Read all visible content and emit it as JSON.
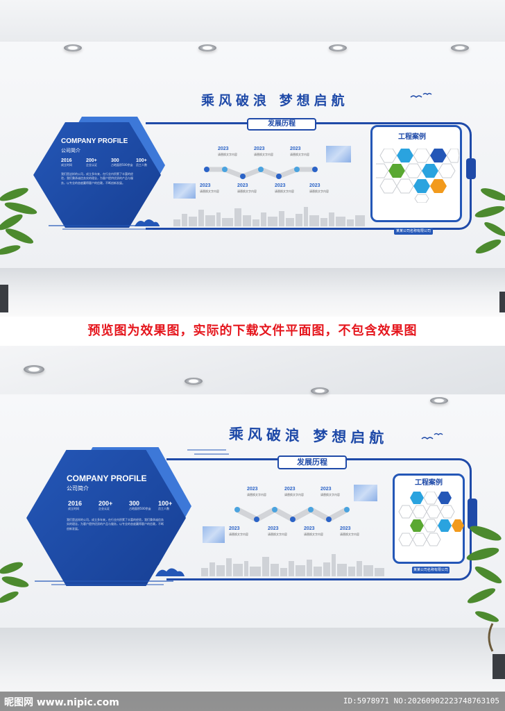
{
  "board": {
    "slogan": "乘风破浪  梦想启航",
    "profile": {
      "title": "COMPANY PROFILE",
      "subtitle": "公司简介",
      "stats": [
        {
          "num": "2016",
          "label": "成立时间"
        },
        {
          "num": "200+",
          "label": "企业认证"
        },
        {
          "num": "300",
          "label": "占地面积500余亩"
        },
        {
          "num": "100+",
          "label": "员工人数"
        }
      ],
      "paragraph": "我们是这样的公司，成立多年来，在行业内积累了丰富的经验，我们秉承诚信务实的理念，为客户提供优质的产品与服务，以专业的态度赢得客户的信赖，不断创新发展。"
    },
    "timeline": {
      "title": "发展历程",
      "entries": [
        {
          "year": "2023",
          "text": "请替换文字内容"
        },
        {
          "year": "2023",
          "text": "请替换文字内容"
        },
        {
          "year": "2023",
          "text": "请替换文字内容"
        },
        {
          "year": "2023",
          "text": "请替换文字内容"
        },
        {
          "year": "2023",
          "text": "请替换文字内容"
        },
        {
          "year": "2023",
          "text": "请替换文字内容"
        },
        {
          "year": "2023",
          "text": "请替换文字内容"
        }
      ]
    },
    "cases": {
      "title": "工程案例",
      "caption": "某某公司名称有限公司"
    }
  },
  "notice": "预览图为效果图，实际的下载文件平面图，不包含效果图",
  "watermark": {
    "left": "昵图网 www.nipic.com",
    "right": "ID:5978971 NO:20260902223748763105"
  },
  "colors": {
    "brand_blue": "#1f4aa8",
    "light_blue": "#3d78d8",
    "green": "#5aa832",
    "orange": "#f29a1c",
    "cyan": "#2aa3df",
    "notice_red": "#e5161d"
  }
}
